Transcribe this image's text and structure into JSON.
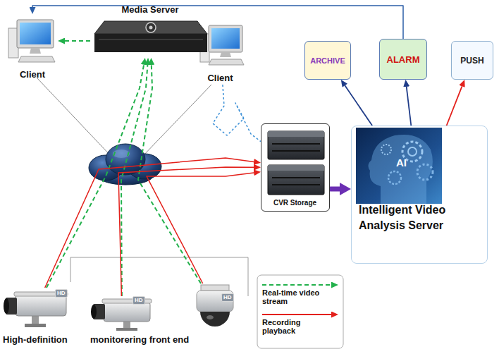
{
  "diagram": {
    "nodes": [
      {
        "text": [
          "Client"
        ]
      },
      {
        "text": [
          "Media Server"
        ]
      },
      {
        "text": [
          "Client"
        ]
      },
      {
        "text": [
          "ARCHIVE"
        ]
      },
      {
        "text": [
          "ALARM"
        ]
      },
      {
        "text": [
          "PUSH"
        ]
      },
      {
        "text": [
          "CVR Storage"
        ]
      },
      {
        "text": [
          "Intelligent Video Analysis Server"
        ]
      },
      {
        "text": [
          "HD"
        ]
      },
      {
        "text": [
          "HD"
        ]
      },
      {
        "text": [
          "HD"
        ]
      }
    ],
    "edges": [
      {
        "from": 1,
        "to": 0,
        "arrow": "to"
      },
      {
        "from": 8,
        "to": 1,
        "arrow": "to"
      },
      {
        "from": 9,
        "to": 1,
        "arrow": "to"
      },
      {
        "from": 10,
        "to": 1,
        "arrow": "to"
      },
      {
        "from": 8,
        "to": 6,
        "arrow": "to"
      },
      {
        "from": 9,
        "to": 6,
        "arrow": "to"
      },
      {
        "from": 10,
        "to": 6,
        "arrow": "to"
      },
      {
        "from": 2,
        "to": 6,
        "arrow": "none"
      },
      {
        "from": 6,
        "to": 7,
        "arrow": "to"
      },
      {
        "from": 7,
        "to": 3,
        "arrow": "to"
      },
      {
        "from": 7,
        "to": 4,
        "arrow": "to"
      },
      {
        "from": 7,
        "to": 5,
        "arrow": "to"
      },
      {
        "from": 4,
        "to": 0,
        "arrow": "to"
      }
    ],
    "labels": [
      "AI",
      "High-definition",
      "monitorering front end"
    ],
    "legend": [
      {
        "text": "Real-time video stream"
      },
      {
        "text": "Recording playback"
      }
    ]
  }
}
